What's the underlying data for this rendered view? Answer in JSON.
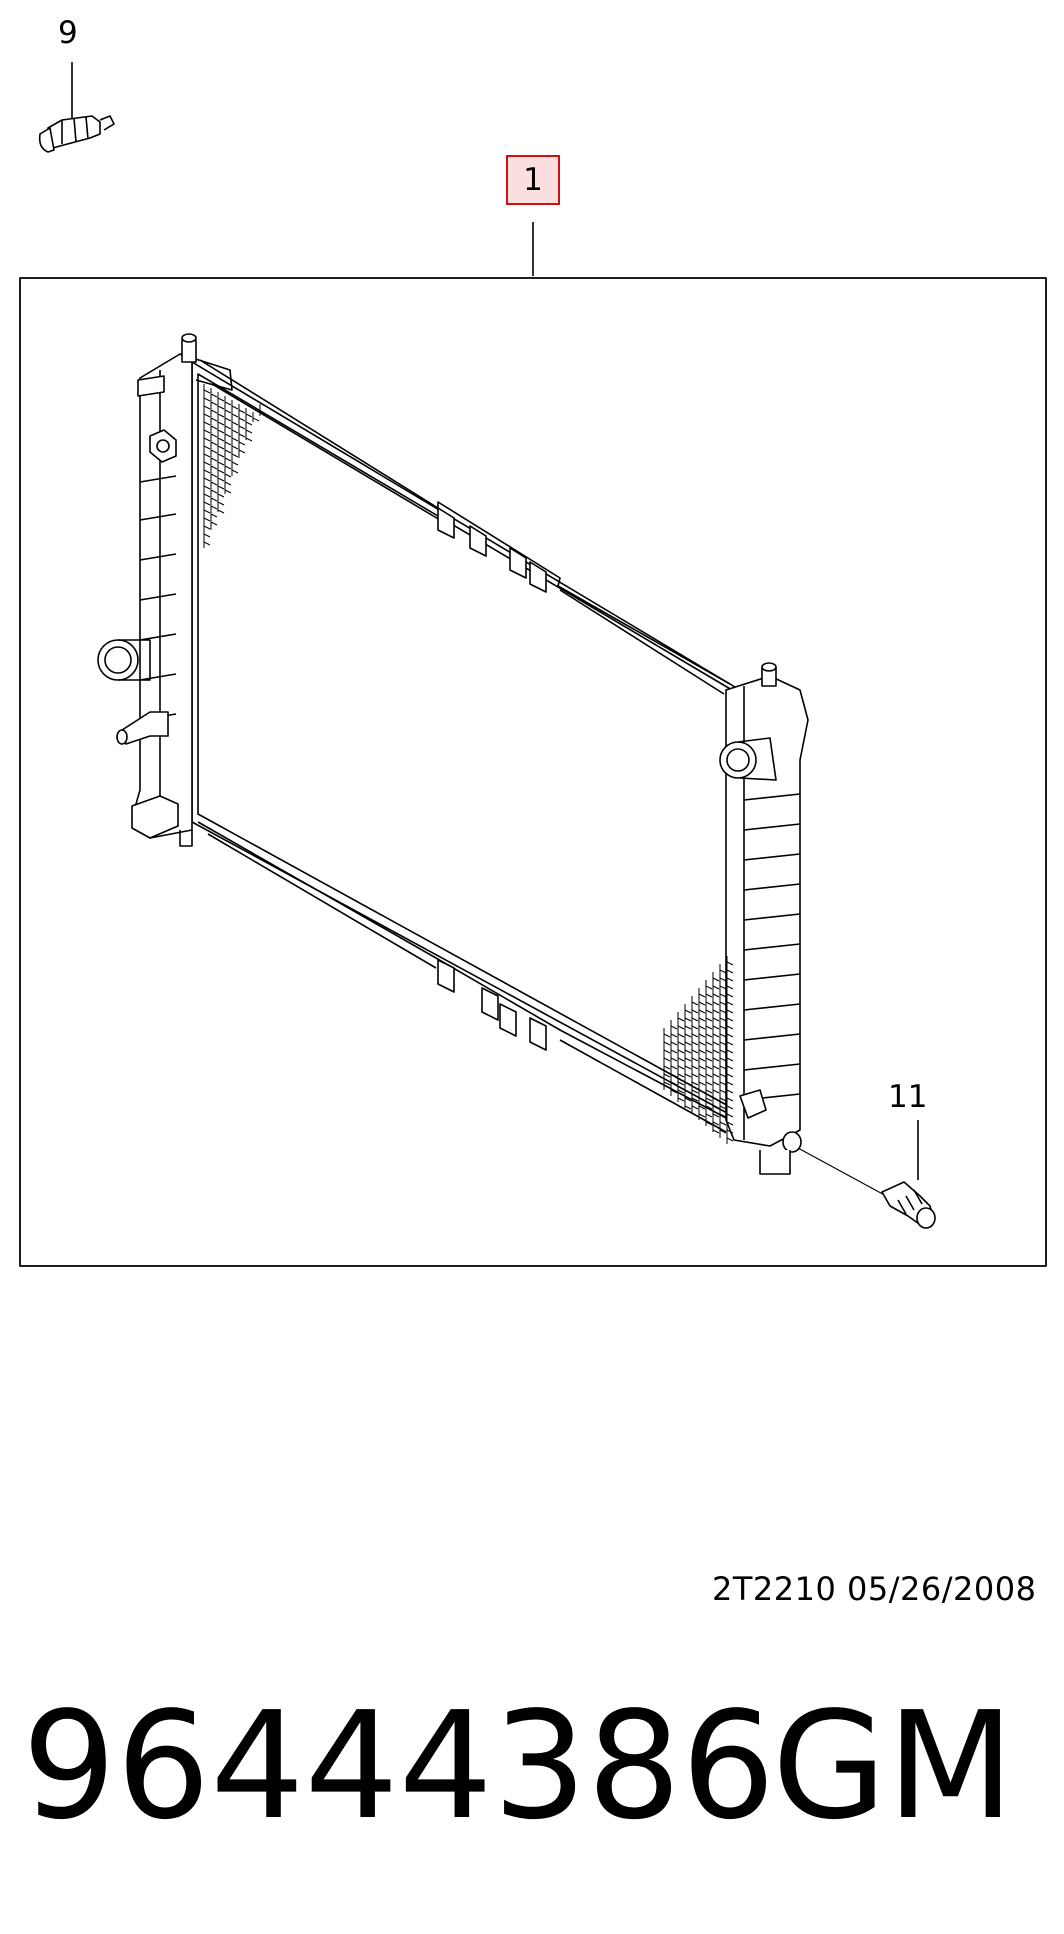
{
  "callouts": {
    "sensor": "9",
    "radiator": "1",
    "drain_plug": "11"
  },
  "drawing_code": "2T2210  05/26/2008",
  "part_number": "96444386",
  "brand": "GM",
  "colors": {
    "line": "#000000",
    "highlight_border": "#d01010",
    "highlight_fill": "#fbdede"
  }
}
